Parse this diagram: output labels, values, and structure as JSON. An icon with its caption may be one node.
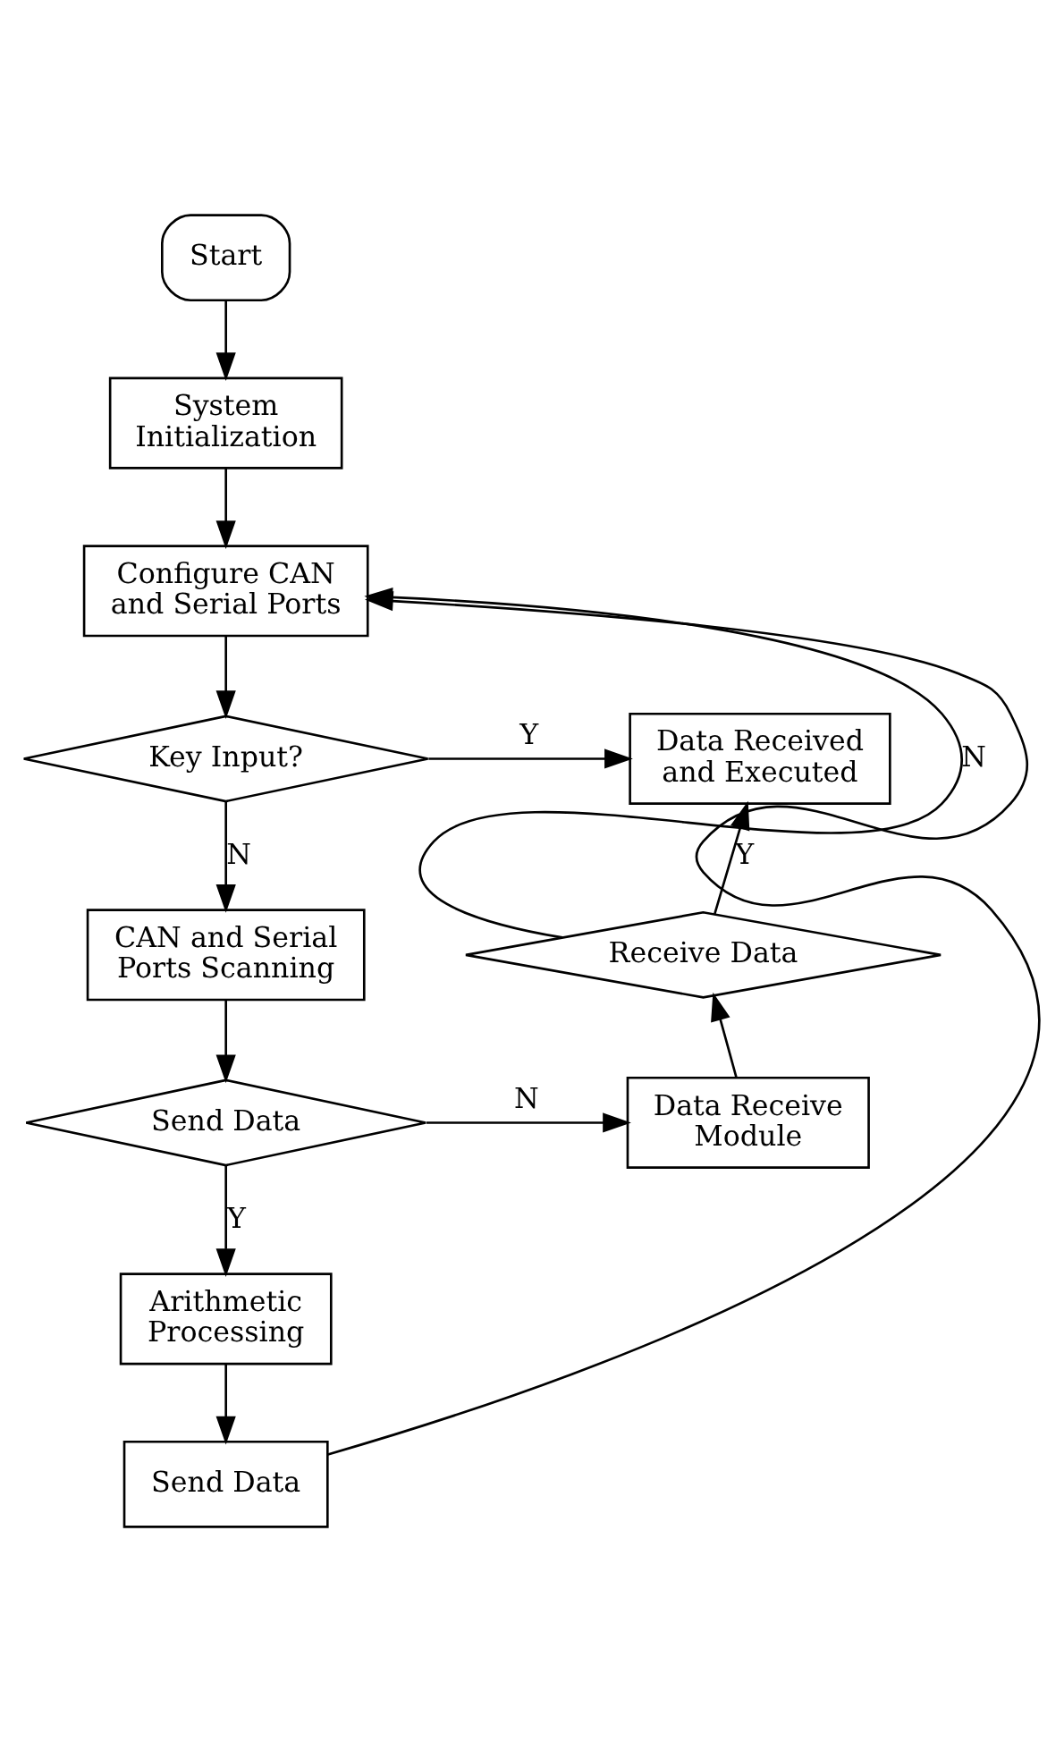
{
  "diagram": {
    "nodes": [
      {
        "text": [
          "Start"
        ]
      },
      {
        "text": [
          "System Initialization"
        ]
      },
      {
        "text": [
          "Configure CAN and Serial Ports"
        ]
      },
      {
        "text": [
          "Key Input?"
        ]
      },
      {
        "text": [
          "Data Received and Executed"
        ]
      },
      {
        "text": [
          "CAN and Serial Ports Scanning"
        ]
      },
      {
        "text": [
          "Receive Data"
        ]
      },
      {
        "text": [
          "Send Data"
        ]
      },
      {
        "text": [
          "Data Receive Module"
        ]
      },
      {
        "text": [
          "Arithmetic Processing"
        ]
      },
      {
        "text": [
          "Send Data"
        ]
      }
    ],
    "edges": [
      {
        "from": 0,
        "to": 1,
        "arrow": "to"
      },
      {
        "from": 1,
        "to": 2,
        "arrow": "to"
      },
      {
        "from": 2,
        "to": 3,
        "arrow": "to"
      },
      {
        "from": 3,
        "to": 4,
        "arrow": "to",
        "label": "Y"
      },
      {
        "from": 3,
        "to": 5,
        "arrow": "to",
        "label": "N"
      },
      {
        "from": 5,
        "to": 7,
        "arrow": "to"
      },
      {
        "from": 7,
        "to": 8,
        "arrow": "to",
        "label": "N"
      },
      {
        "from": 7,
        "to": 9,
        "arrow": "to",
        "label": "Y"
      },
      {
        "from": 8,
        "to": 6,
        "arrow": "to"
      },
      {
        "from": 6,
        "to": 4,
        "arrow": "to",
        "label": "Y"
      },
      {
        "from": 6,
        "to": 2,
        "arrow": "to",
        "label": "N"
      },
      {
        "from": 9,
        "to": 10,
        "arrow": "to"
      },
      {
        "from": 10,
        "to": 2,
        "arrow": "to"
      }
    ]
  }
}
